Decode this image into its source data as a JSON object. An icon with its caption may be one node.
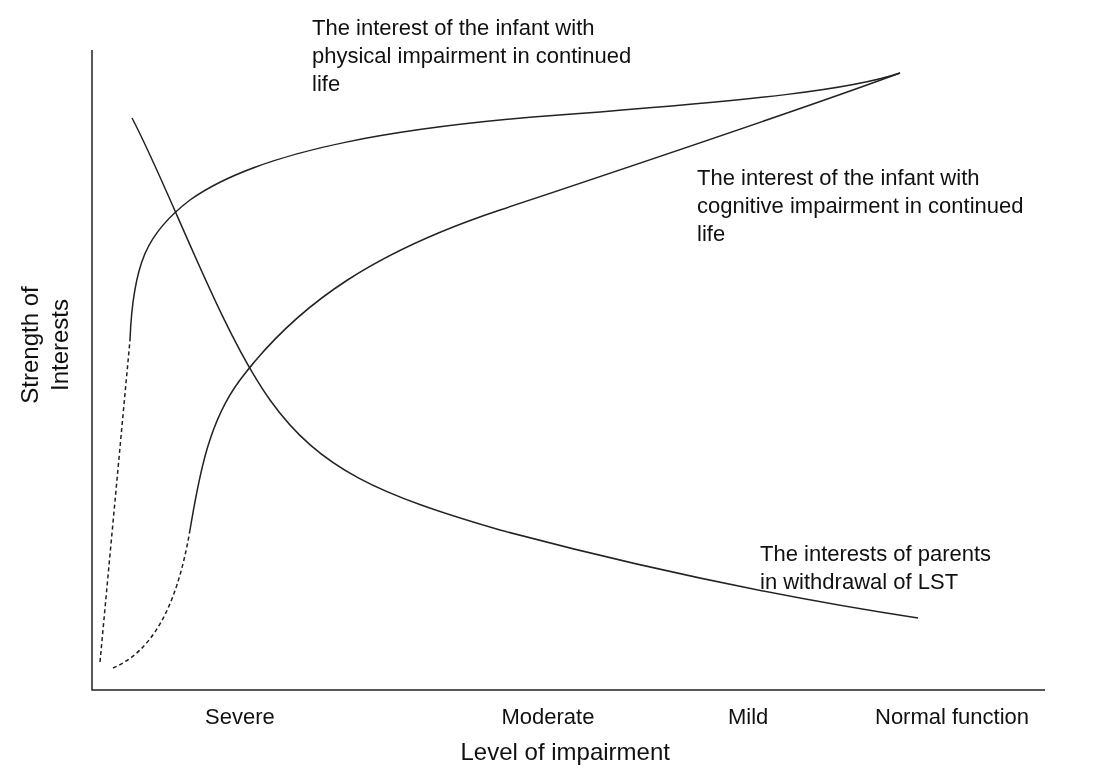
{
  "diagram": {
    "labels": [
      "The interest of the infant with physical impairment in continued life",
      "The interest of the infant with cognitive impairment in continued life",
      "Strength of Interests",
      "The interests of parents in withdrawal of LST",
      "Severe",
      "Moderate",
      "Mild",
      "Normal function",
      "Level of impairment"
    ]
  }
}
